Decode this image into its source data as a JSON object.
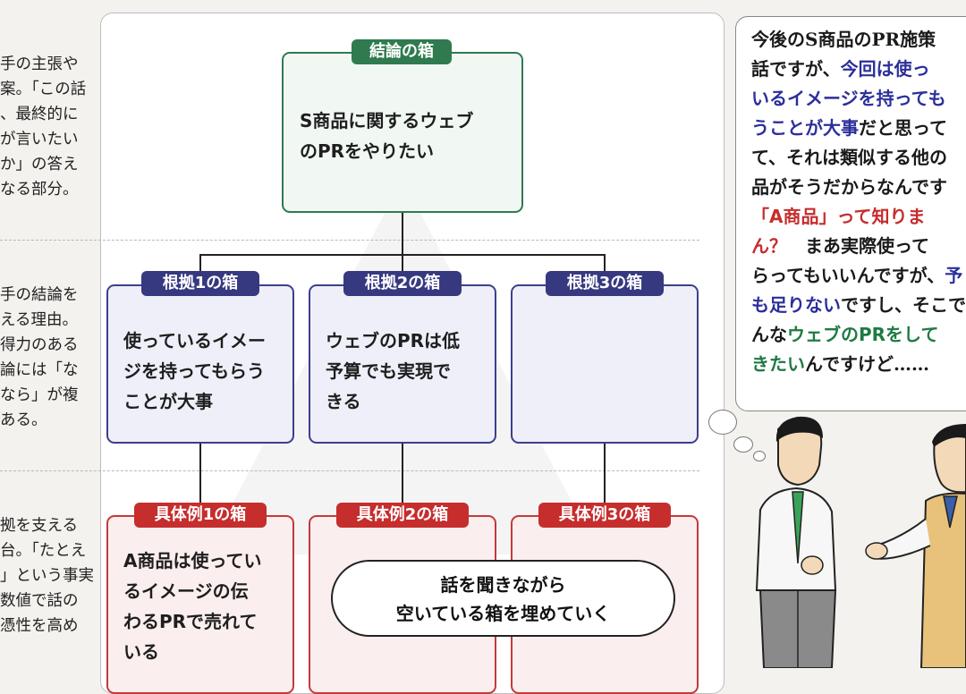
{
  "left_column": {
    "section1": [
      "手の主張や",
      "案。「この話",
      "、最終的に",
      "が言いたい",
      "か」の答え",
      "なる部分。"
    ],
    "section2": [
      "手の結論を",
      "える理由。",
      "得力のある",
      "論には「な",
      "なら」が複",
      "ある。"
    ],
    "section3": [
      "拠を支える",
      "台。「たとえ",
      "」という事実",
      "数値で話の",
      "憑性を高め"
    ]
  },
  "diagram": {
    "conclusion": {
      "tab": "結論の箱",
      "text": [
        "S商品に関するウェブ",
        "のPRをやりたい"
      ]
    },
    "reasons": [
      {
        "tab": "根拠1の箱",
        "text": [
          "使っているイメー",
          "ジを持ってもらう",
          "ことが大事"
        ]
      },
      {
        "tab": "根拠2の箱",
        "text": [
          "ウェブのPRは低",
          "予算でも実現で",
          "きる"
        ]
      },
      {
        "tab": "根拠3の箱",
        "text": []
      }
    ],
    "examples": [
      {
        "tab": "具体例1の箱",
        "text": [
          "A商品は使ってい",
          "るイメージの伝",
          "わるPRで売れて",
          "いる"
        ]
      },
      {
        "tab": "具体例2の箱",
        "text": []
      },
      {
        "tab": "具体例3の箱",
        "text": []
      }
    ],
    "pill": [
      "話を聞きながら",
      "空いている箱を埋めていく"
    ]
  },
  "speech": {
    "lines": [
      [
        {
          "t": "今後のS商品のPR施策",
          "c": ""
        }
      ],
      [
        {
          "t": "話ですが、",
          "c": ""
        },
        {
          "t": "今回は使っ",
          "c": "blue"
        }
      ],
      [
        {
          "t": "いるイメージを持っても",
          "c": "blue"
        }
      ],
      [
        {
          "t": "うことが大事",
          "c": "blue"
        },
        {
          "t": "だと思って",
          "c": ""
        }
      ],
      [
        {
          "t": "て、それは類似する他の",
          "c": ""
        }
      ],
      [
        {
          "t": "品がそうだからなんです",
          "c": ""
        }
      ],
      [
        {
          "t": "「A商品」って知りま",
          "c": "red"
        }
      ],
      [
        {
          "t": "ん？",
          "c": "red"
        },
        {
          "t": "　まあ実際使って",
          "c": ""
        }
      ],
      [
        {
          "t": "らってもいいんですが、",
          "c": ""
        },
        {
          "t": "予",
          "c": "blue"
        }
      ],
      [
        {
          "t": "も足りない",
          "c": "blue"
        },
        {
          "t": "ですし、そこで",
          "c": ""
        }
      ],
      [
        {
          "t": "んな",
          "c": ""
        },
        {
          "t": "ウェブのPRをして",
          "c": "green"
        }
      ],
      [
        {
          "t": "きたい",
          "c": "green"
        },
        {
          "t": "んですけど……",
          "c": ""
        }
      ]
    ]
  },
  "colors": {
    "green": "#2f7a4e",
    "navy": "#36397f",
    "red": "#c62d2d"
  }
}
